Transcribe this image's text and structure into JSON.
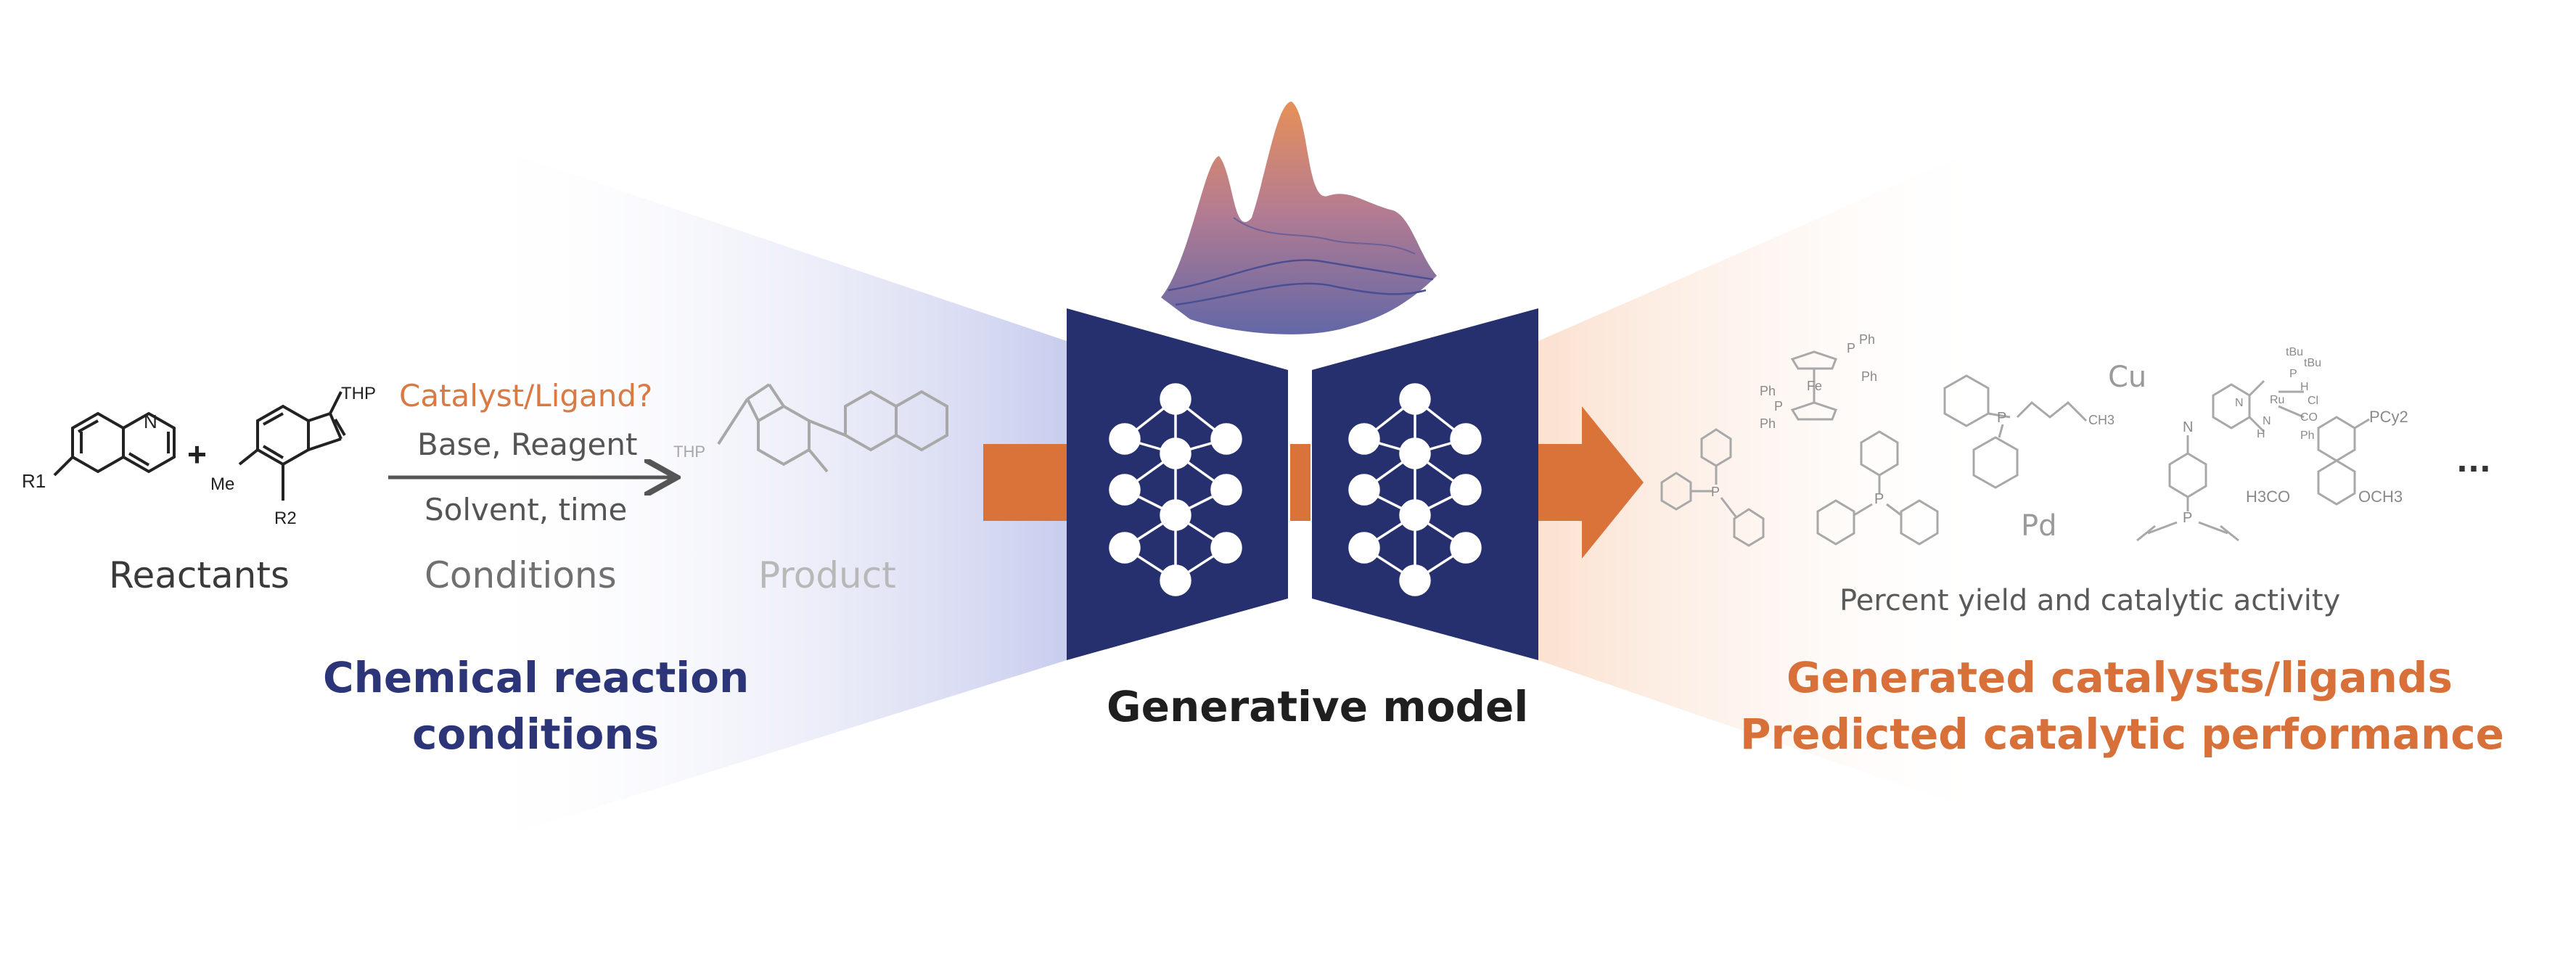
{
  "reaction": {
    "reactants_label": "Reactants",
    "catalyst_question": "Catalyst/Ligand?",
    "base_reagent": "Base, Reagent",
    "solvent_time": "Solvent, time",
    "conditions_label": "Conditions",
    "product_label": "Product",
    "section_title_line1": "Chemical reaction",
    "section_title_line2": "conditions"
  },
  "molecule_labels": {
    "r1": "R1",
    "r2": "R2",
    "me": "Me",
    "thp": "THP",
    "n": "N",
    "plus": "+",
    "ph": "Ph",
    "fe": "Fe",
    "p": "P",
    "ch3": "CH3",
    "tbu": "tBu",
    "ru": "Ru",
    "h": "H",
    "cl": "Cl",
    "co": "CO",
    "pcy2": "PCy2",
    "h3co": "H3CO",
    "och3": "OCH3"
  },
  "model": {
    "title": "Generative model"
  },
  "output": {
    "metals": [
      "Cu",
      "Pd"
    ],
    "ellipsis": "...",
    "metrics_label": "Percent yield and catalytic activity",
    "title_line1": "Generated catalysts/ligands",
    "title_line2": "Predicted catalytic performance"
  },
  "colors": {
    "navy": "#26306e",
    "orange": "#d9733a",
    "catalyst_text": "#d97a44",
    "chem_title": "#2c3577",
    "output_title": "#d8703a"
  }
}
